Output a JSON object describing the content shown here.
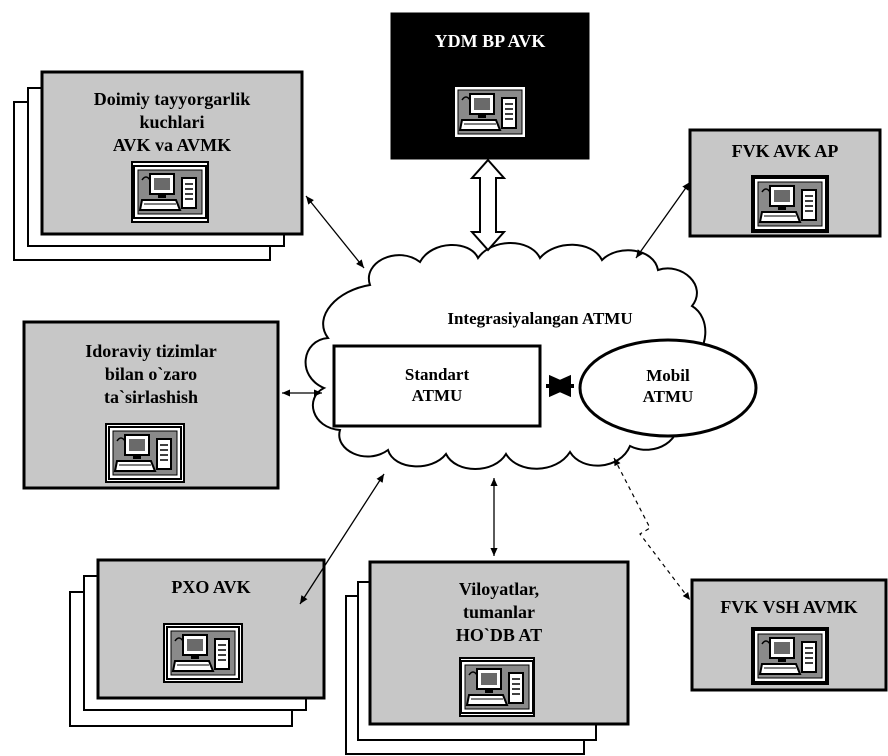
{
  "colors": {
    "panel_fill": "#c7c7c7",
    "dark_panel_fill": "#000000",
    "outline": "#000000",
    "background": "#ffffff"
  },
  "nodes": {
    "ydm_bp_avk": "YDM BP AVK",
    "doimiy": "Doimiy tayyorgarlik\nkuchlari\nAVK va AVMK",
    "fvk_avk_ap": "FVK AVK AP",
    "cloud_title": "Integrasiyalangan ATMU",
    "standart_atmu": "Standart\nATMU",
    "mobil_atmu": "Mobil\nATMU",
    "idoraviy": "Idoraviy tizimlar\nbilan o`zaro\nta`sirlashish",
    "pxo_avk": "PXO AVK",
    "viloyatlar": "Viloyatlar,\ntumanlar\nHO`DB AT",
    "fvk_vsh_avmk": "FVK VSH AVMK"
  },
  "icons": [
    "computer-workstation-icon"
  ]
}
